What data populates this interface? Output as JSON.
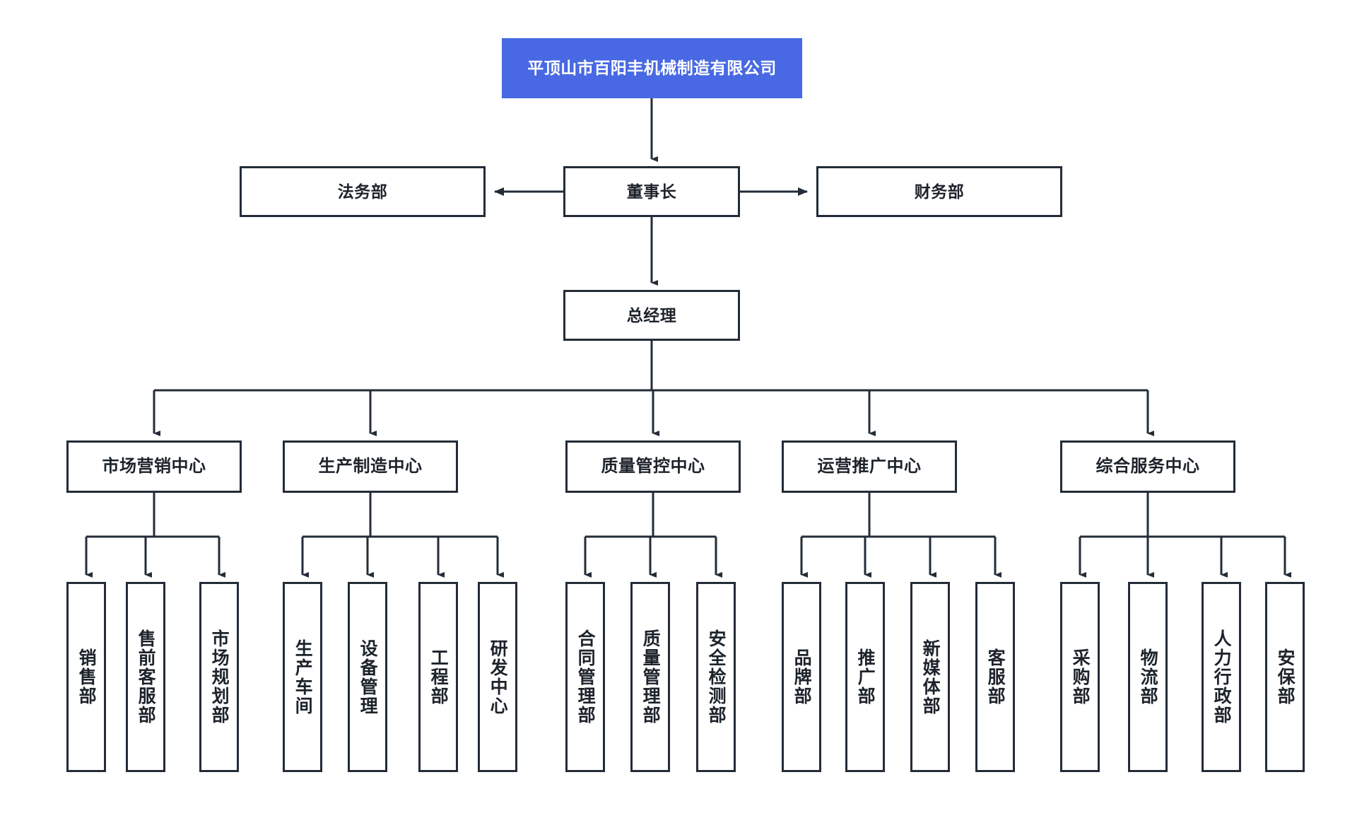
{
  "diagram": {
    "title": "平顶山市百阳丰机械制造有限公司",
    "type": "organization-chart",
    "accent_color": "#4869e3",
    "line_color": "#232c37",
    "text_color": "#1d232b",
    "background": "#ffffff"
  },
  "root": {
    "label": "平顶山市百阳丰机械制造有限公司"
  },
  "level2": {
    "left": {
      "label": "法务部"
    },
    "center": {
      "label": "董事长"
    },
    "right": {
      "label": "财务部"
    }
  },
  "level3": {
    "center": {
      "label": "总经理"
    }
  },
  "centers": [
    {
      "label": "市场营销中心",
      "children": [
        {
          "label": "销售部"
        },
        {
          "label": "售前客服部"
        },
        {
          "label": "市场规划部"
        }
      ]
    },
    {
      "label": "生产制造中心",
      "children": [
        {
          "label": "生产车间"
        },
        {
          "label": "设备管理"
        },
        {
          "label": "工程部"
        },
        {
          "label": "研发中心"
        }
      ]
    },
    {
      "label": "质量管控中心",
      "children": [
        {
          "label": "合同管理部"
        },
        {
          "label": "质量管理部"
        },
        {
          "label": "安全检测部"
        }
      ]
    },
    {
      "label": "运营推广中心",
      "children": [
        {
          "label": "品牌部"
        },
        {
          "label": "推广部"
        },
        {
          "label": "新媒体部"
        },
        {
          "label": "客服部"
        }
      ]
    },
    {
      "label": "综合服务中心",
      "children": [
        {
          "label": "采购部"
        },
        {
          "label": "物流部"
        },
        {
          "label": "人力行政部"
        },
        {
          "label": "安保部"
        }
      ]
    }
  ]
}
